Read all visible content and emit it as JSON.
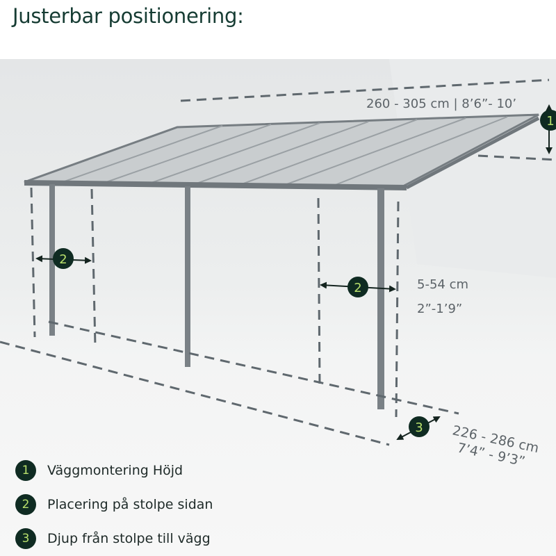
{
  "title": "Justerbar positionering:",
  "dimensions": {
    "height_range": "260 - 305 cm | 8’6”- 10’",
    "offset_metric": "5-54 cm",
    "offset_imperial": "2”-1’9”",
    "depth_metric": "226 - 286 cm",
    "depth_imperial": "7’4” - 9’3”"
  },
  "markers": [
    "1",
    "2",
    "2",
    "3"
  ],
  "legend": [
    {
      "number": "1",
      "label": "Väggmontering Höjd"
    },
    {
      "number": "2",
      "label": "Placering på stolpe sidan"
    },
    {
      "number": "3",
      "label": "Djup från stolpe till vägg"
    }
  ],
  "colors": {
    "badge": "#0f2b22",
    "badge_text": "#b8e06c",
    "frame": "#70777c",
    "dash": "#5f686e"
  }
}
